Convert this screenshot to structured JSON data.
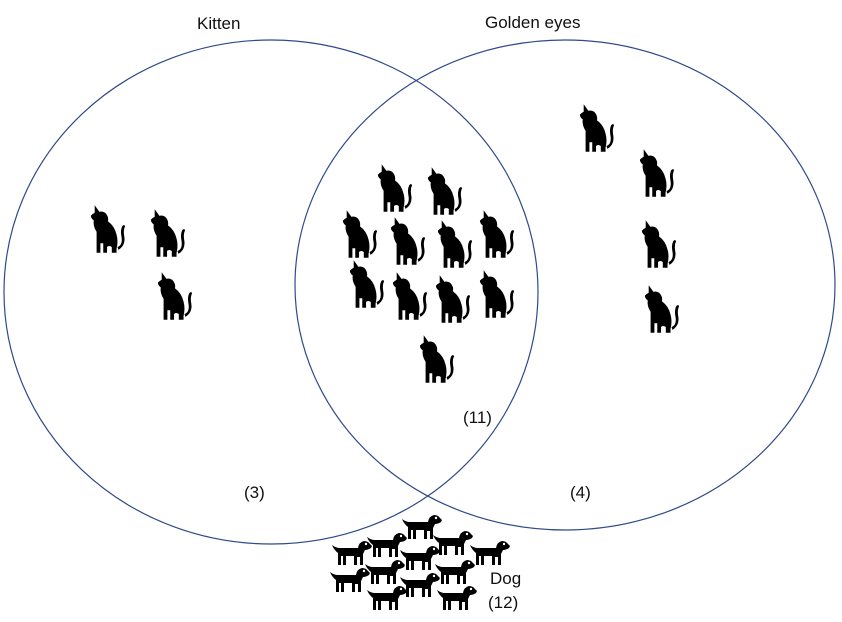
{
  "sets": [
    {
      "label": "Kitten",
      "count_label": "(3)",
      "icon": "cat-icon",
      "only_count": 3
    },
    {
      "label": "Golden eyes",
      "count_label": "(4)",
      "icon": "cat-icon",
      "only_count": 4
    }
  ],
  "intersection": {
    "count_label": "(11)",
    "icon": "cat-icon",
    "count": 11
  },
  "outside": {
    "label": "Dog",
    "count_label": "(12)",
    "icon": "dog-icon",
    "count": 12
  },
  "colors": {
    "circle_stroke": "#2f4a8a",
    "icon_fill": "#000000"
  }
}
